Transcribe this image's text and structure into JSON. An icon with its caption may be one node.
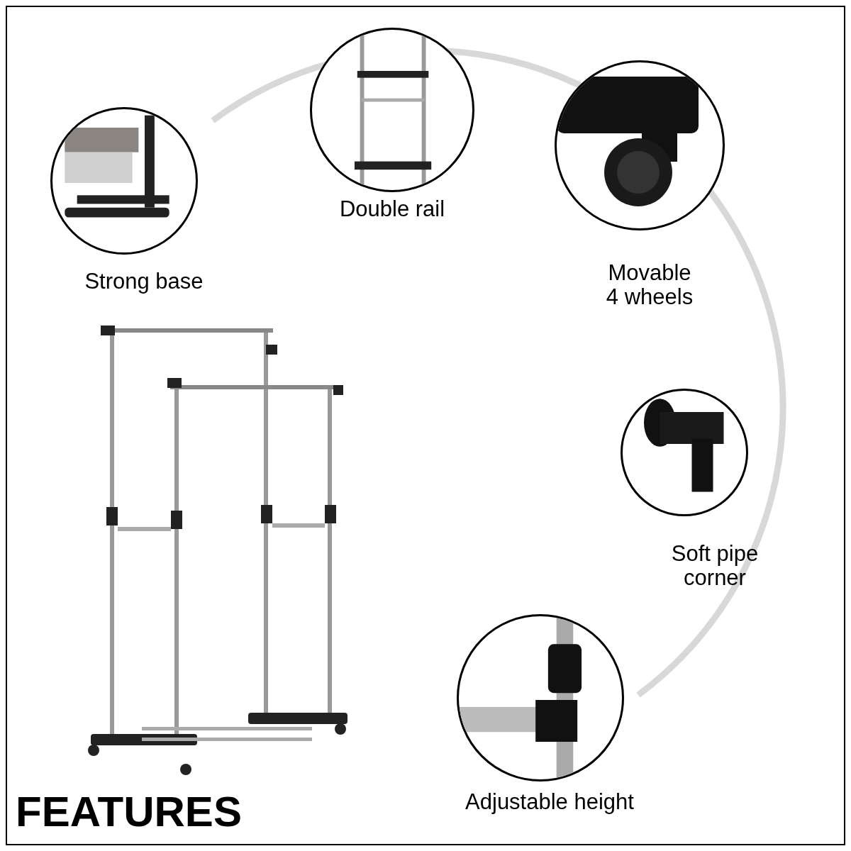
{
  "diagram": {
    "title": "FEATURES",
    "nodes": [
      {
        "text": [
          "Strong base"
        ]
      },
      {
        "text": [
          "Double rail"
        ]
      },
      {
        "text": [
          "Movable 4 wheels"
        ]
      },
      {
        "text": [
          "Soft pipe corner"
        ]
      },
      {
        "text": [
          "Adjustable height"
        ]
      }
    ]
  }
}
